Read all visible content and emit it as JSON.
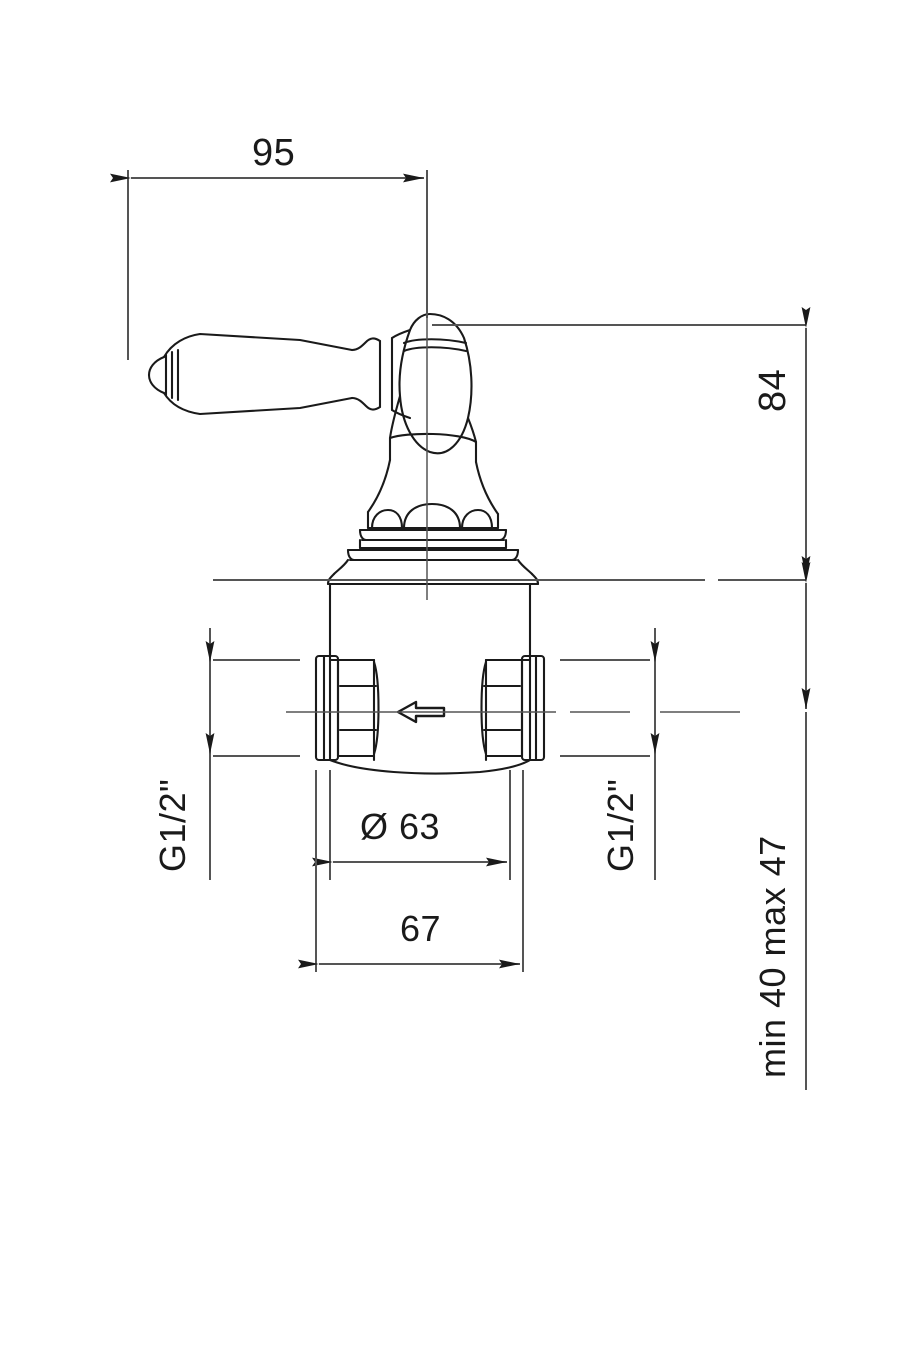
{
  "drawing": {
    "title": "Wall-mounted lever valve technical drawing",
    "type": "orthographic-dimensioned-elevation",
    "units": "mm",
    "line_color": "#1a1a1a",
    "background_color": "#ffffff"
  },
  "dimensions": {
    "lever_length": "95",
    "height_above_wall": "84",
    "escutcheon_diameter": "Ø 63",
    "body_width": "67",
    "thread_left": "G1/2\"",
    "thread_right": "G1/2\"",
    "wall_depth_range": "min 40  max 47"
  },
  "annotations": {
    "flow_arrow": "flow-direction-arrow-left"
  },
  "components": {
    "lever_handle": "porcelain-lever-handle",
    "knob": "spherical-knob",
    "escutcheon": "ornate-stepped-flange",
    "valve_body": "cylindrical-valve-body",
    "connector_left": "threaded-connector-left",
    "connector_right": "threaded-connector-right",
    "wall_line": "wall-surface-reference-line"
  }
}
